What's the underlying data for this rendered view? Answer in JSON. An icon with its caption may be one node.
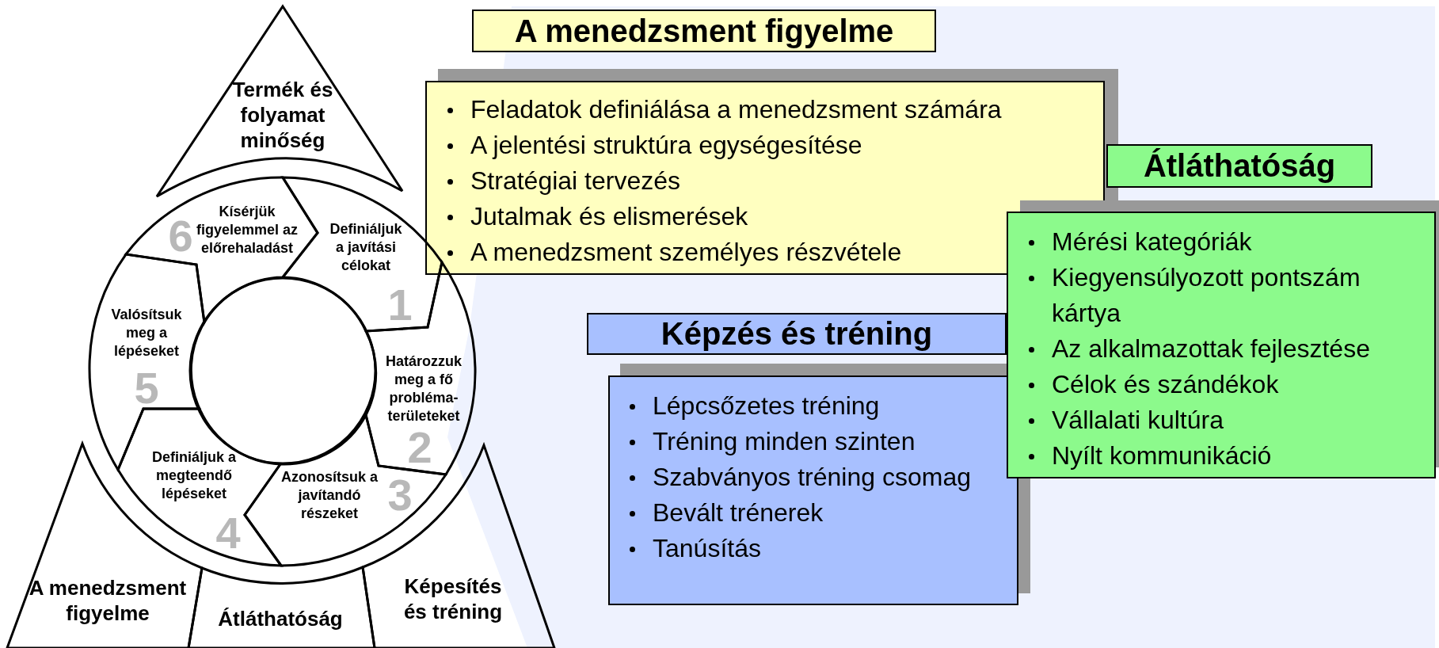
{
  "diagram": {
    "nodes": [
      {
        "text": [
          "Termék és folyamat minőség"
        ]
      },
      {
        "text": [
          "Definiáljuk a javítási célokat",
          "1"
        ]
      },
      {
        "text": [
          "Határozzuk meg a fő probléma-területeket",
          "2"
        ]
      },
      {
        "text": [
          "Azonosítsuk a javítandó részeket",
          "3"
        ]
      },
      {
        "text": [
          "Definiáljuk a megteendő lépéseket",
          "4"
        ]
      },
      {
        "text": [
          "Valósítsuk meg a lépéseket",
          "5"
        ]
      },
      {
        "text": [
          "6",
          "Kísérjük figyelemmel az előrehaladást"
        ]
      },
      {
        "text": [],
        "shape": "circle"
      },
      {
        "text": [
          "A menedzsment figyelme"
        ]
      },
      {
        "text": [
          "Átláthatóság"
        ]
      },
      {
        "text": [
          "Képesítés és tréning"
        ]
      },
      {
        "text": [
          "A menedzsment figyelme"
        ]
      },
      {
        "text": [
          "Feladatok definiálása a menedzsment számára",
          "A jelentési struktúra egységesítése",
          "Stratégiai tervezés",
          "Jutalmak és elismerések",
          "A menedzsment személyes részvétele"
        ]
      },
      {
        "text": [
          "Átláthatóság"
        ]
      },
      {
        "text": [
          "Mérési kategóriák",
          "Kiegyensúlyozott pontszám kártya",
          "Az alkalmazottak fejlesztése",
          "Célok és szándékok",
          "Vállalati kultúra",
          "Nyílt kommunikáció"
        ]
      },
      {
        "text": [
          "Képzés és tréning"
        ]
      },
      {
        "text": [
          "Lépcsőzetes tréning",
          "Tréning minden szinten",
          "Szabványos tréning csomag",
          "Bevált trénerek",
          "Tanúsítás"
        ]
      }
    ]
  }
}
